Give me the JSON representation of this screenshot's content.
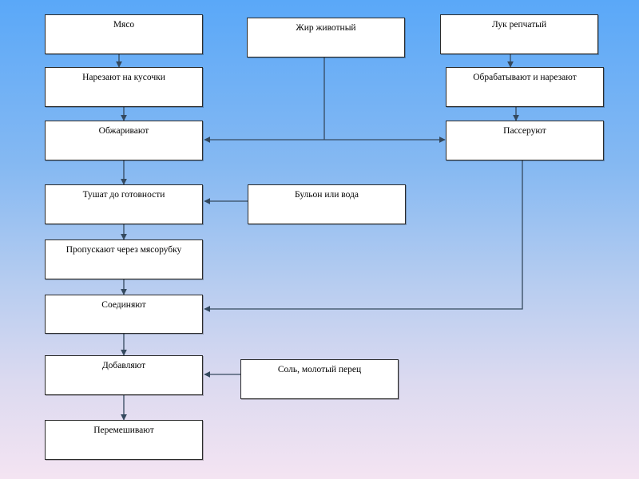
{
  "colors": {
    "background_top": "#5aa8f8",
    "background_bottom": "#f4e4f2",
    "box_fill": "#ffffff",
    "box_border": "#2b2b2b",
    "connector": "#34495e"
  },
  "nodes": {
    "meat": "Мясо",
    "animal_fat": "Жир животный",
    "onion": "Лук репчатый",
    "cut_pieces": "Нарезают на кусочки",
    "process_cut": "Обрабатывают и нарезают",
    "fry": "Обжаривают",
    "saute": "Пассеруют",
    "stew": "Тушат до готовности",
    "broth": "Бульон или вода",
    "mince": "Пропускают через мясорубку",
    "combine": "Соединяют",
    "add": "Добавляют",
    "salt_pepper": "Соль, молотый перец",
    "mix": "Перемешивают"
  }
}
